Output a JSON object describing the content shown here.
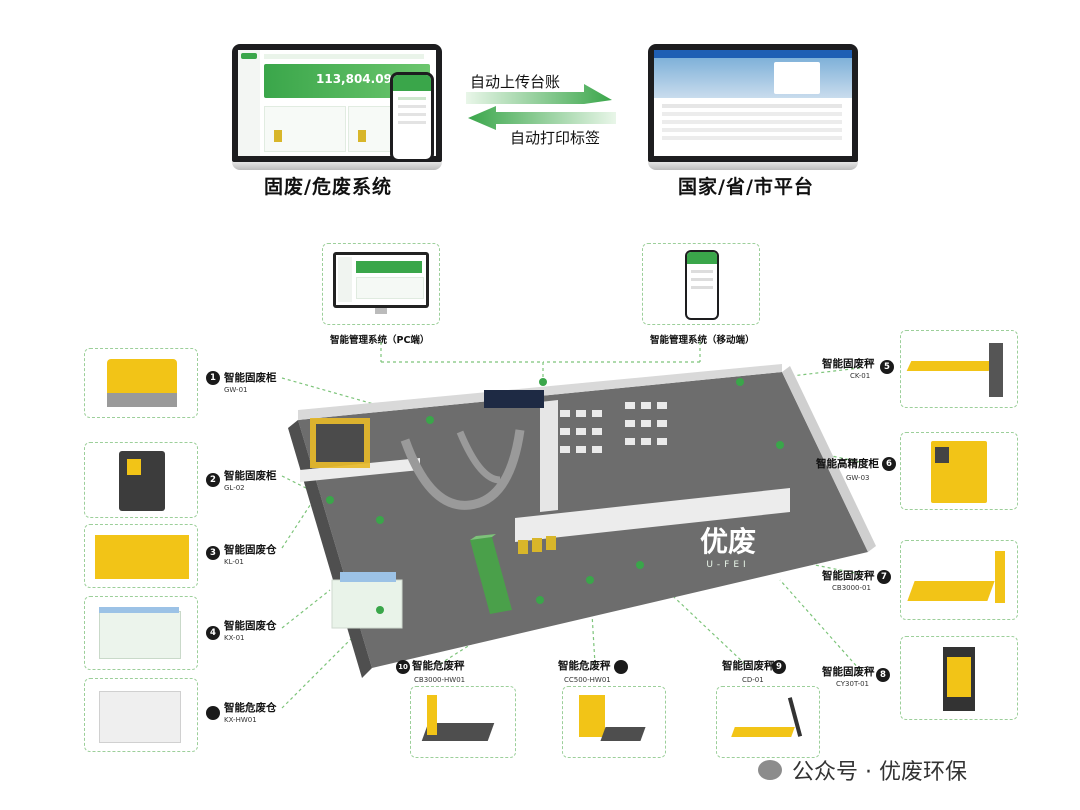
{
  "top": {
    "left_system": "固废/危废系统",
    "right_system": "国家/省/市平台",
    "arrow_upload": "自动上传台账",
    "arrow_print": "自动打印标签",
    "dashboard_value": "113,804.09"
  },
  "management": {
    "pc_caption": "智能管理系统（PC端）",
    "mobile_caption": "智能管理系统（移动端）"
  },
  "devices": [
    {
      "num": "1",
      "label": "智能固废柜",
      "code": "GW-01"
    },
    {
      "num": "2",
      "label": "智能固废柜",
      "code": "GL-02"
    },
    {
      "num": "3",
      "label": "智能固废仓",
      "code": "KL-01"
    },
    {
      "num": "4",
      "label": "智能固废仓",
      "code": "KX-01"
    },
    {
      "num": "",
      "label": "智能危废仓",
      "code": "KX-HW01"
    },
    {
      "num": "5",
      "label": "智能固废秤",
      "code": "CK-01"
    },
    {
      "num": "6",
      "label": "智能高精度柜",
      "code": "GW-03"
    },
    {
      "num": "7",
      "label": "智能固废秤",
      "code": "CB3000-01"
    },
    {
      "num": "8",
      "label": "智能固废秤",
      "code": "CY30T-01"
    },
    {
      "num": "9",
      "label": "智能固废秤",
      "code": "CD-01"
    },
    {
      "num": "",
      "label": "智能危废秤",
      "code": "CC500-HW01"
    },
    {
      "num": "10",
      "label": "智能危废秤",
      "code": "CB3000-HW01"
    }
  ],
  "brand": {
    "name": "优废",
    "sub": "U-FEI"
  },
  "watermark": "公众号 · 优废环保",
  "colors": {
    "green": "#3aa64a",
    "yellow": "#f2c417",
    "gray": "#8a8a8a",
    "dashed": "#9ccf9a"
  }
}
